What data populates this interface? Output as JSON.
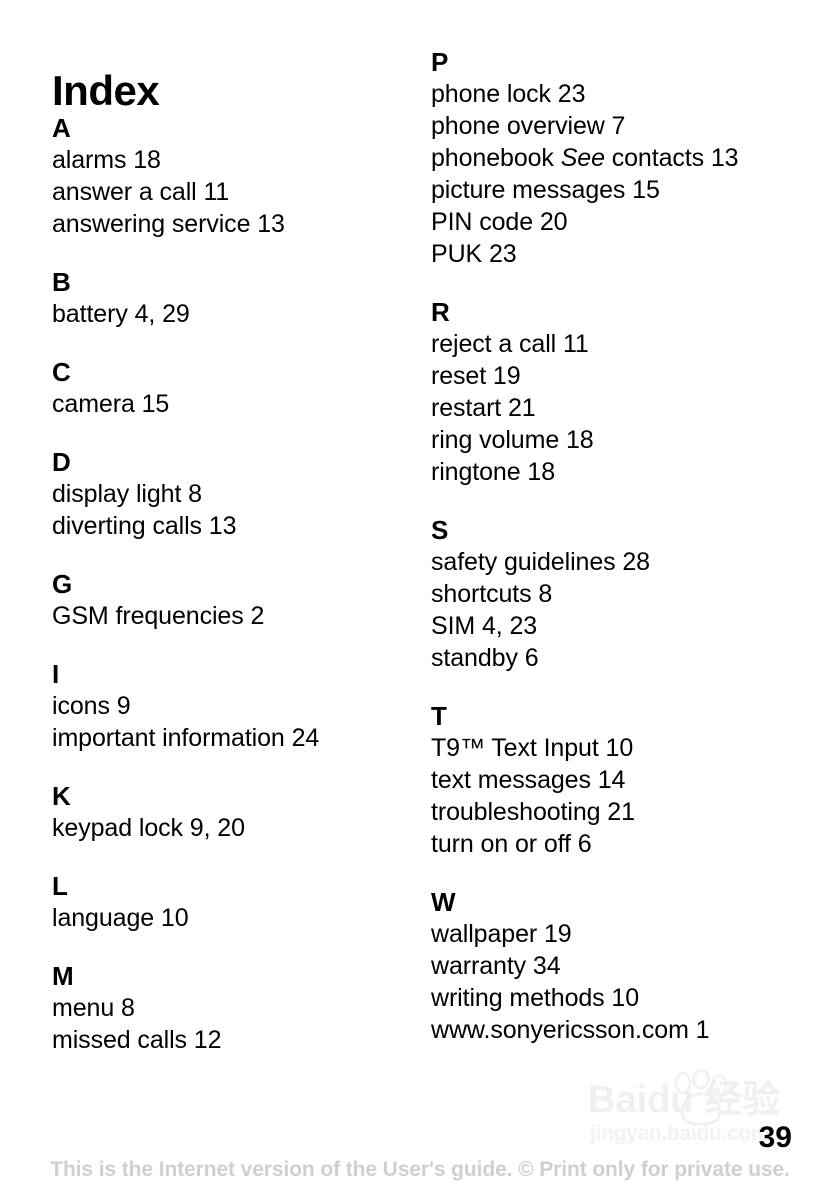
{
  "document": {
    "title": "Index",
    "page_number": "39",
    "footer_notice": "This is the Internet version of the User's guide. © Print only for private use."
  },
  "watermark": {
    "logo_text": "Baidu 经验",
    "url_text": "jingyan.baidu.com",
    "paw_icon": "baidu-paw-icon",
    "color": "#f0f0f0"
  },
  "columns": {
    "left": [
      {
        "letter": "A",
        "entries": [
          {
            "text": "alarms 18"
          },
          {
            "text": "answer a call 11"
          },
          {
            "text": "answering service 13"
          }
        ]
      },
      {
        "letter": "B",
        "entries": [
          {
            "text": "battery 4, 29"
          }
        ]
      },
      {
        "letter": "C",
        "entries": [
          {
            "text": "camera 15"
          }
        ]
      },
      {
        "letter": "D",
        "entries": [
          {
            "text": "display light 8"
          },
          {
            "text": "diverting calls 13"
          }
        ]
      },
      {
        "letter": "G",
        "entries": [
          {
            "text": "GSM frequencies 2"
          }
        ]
      },
      {
        "letter": "I",
        "entries": [
          {
            "text": "icons 9"
          },
          {
            "text": "important information 24"
          }
        ]
      },
      {
        "letter": "K",
        "entries": [
          {
            "text": "keypad lock 9, 20"
          }
        ]
      },
      {
        "letter": "L",
        "entries": [
          {
            "text": "language 10"
          }
        ]
      },
      {
        "letter": "M",
        "entries": [
          {
            "text": "menu 8"
          },
          {
            "text": "missed calls 12"
          }
        ]
      }
    ],
    "right": [
      {
        "letter": "P",
        "entries": [
          {
            "text": "phone lock 23"
          },
          {
            "text": "phone overview 7"
          },
          {
            "before": "phonebook ",
            "italic": "See",
            "after": " contacts 13"
          },
          {
            "text": "picture messages 15"
          },
          {
            "text": "PIN code 20"
          },
          {
            "text": "PUK 23"
          }
        ]
      },
      {
        "letter": "R",
        "entries": [
          {
            "text": "reject a call 11"
          },
          {
            "text": "reset 19"
          },
          {
            "text": "restart 21"
          },
          {
            "text": "ring volume 18"
          },
          {
            "text": "ringtone 18"
          }
        ]
      },
      {
        "letter": "S",
        "entries": [
          {
            "text": "safety guidelines 28"
          },
          {
            "text": "shortcuts 8"
          },
          {
            "text": "SIM 4, 23"
          },
          {
            "text": "standby 6"
          }
        ]
      },
      {
        "letter": "T",
        "entries": [
          {
            "text": "T9™ Text Input 10"
          },
          {
            "text": "text messages 14"
          },
          {
            "text": "troubleshooting 21"
          },
          {
            "text": "turn on or off 6"
          }
        ]
      },
      {
        "letter": "W",
        "entries": [
          {
            "text": "wallpaper 19"
          },
          {
            "text": "warranty 34"
          },
          {
            "text": "writing methods 10"
          },
          {
            "text": "www.sonyericsson.com 1"
          }
        ]
      }
    ]
  }
}
